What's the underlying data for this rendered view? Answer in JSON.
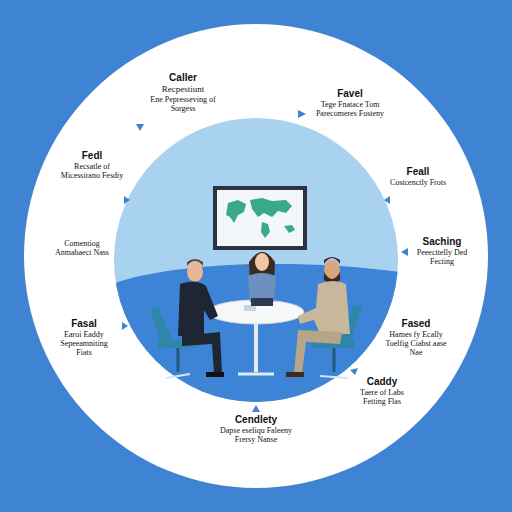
{
  "diagram": {
    "labels": [
      "Caller",
      "Recpestiunt",
      "Ene Pepresseving of Sorgess",
      "Favel",
      "Tege Fnatace Tom Parecomeres Fosteny",
      "Fedl",
      "Recsatle of Micessirano Fesdiy",
      "Feall",
      "Costcenctly Frots",
      "Comentiog Anmabaect Nass",
      "Saching",
      "Peeecttelly Ded Fecting",
      "Fasal",
      "Earoi Eaddy Sepeeamniting Fiats",
      "Fased",
      "Hames fy Ecally Toelfig Ciabst aase Nae",
      "Caddy",
      "Taere of Labs Fetting Flas",
      "Cendlety",
      "Dapse eseliqu Faleeny Frersy Nanse"
    ]
  }
}
